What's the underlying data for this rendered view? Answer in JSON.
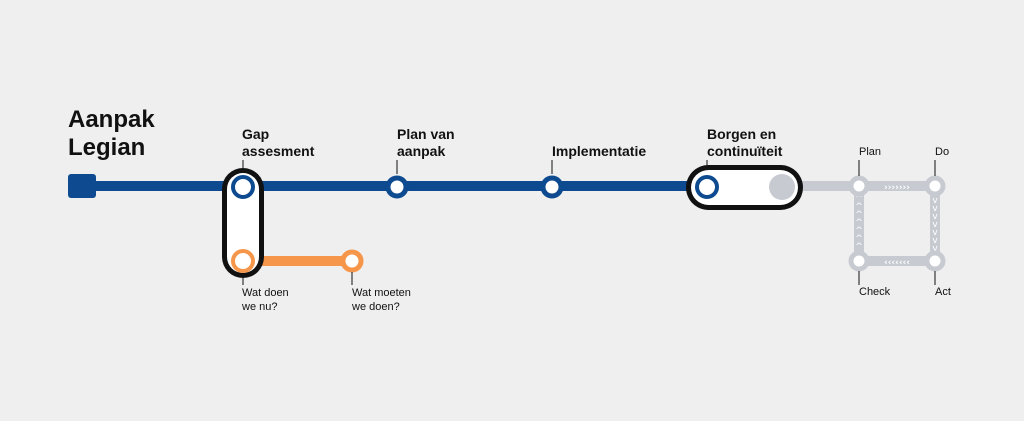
{
  "diagram": {
    "title": [
      "Aanpak",
      "Legian"
    ],
    "main_stops": [
      {
        "label": [
          "Gap",
          "assesment"
        ]
      },
      {
        "label": [
          "Plan van",
          "aanpak"
        ]
      },
      {
        "label": [
          "Implementatie"
        ]
      },
      {
        "label": [
          "Borgen en",
          "continuïteit"
        ]
      }
    ],
    "branch_stops": [
      {
        "label": [
          "Wat doen",
          "we nu?"
        ]
      },
      {
        "label": [
          "Wat moeten",
          "we doen?"
        ]
      }
    ],
    "cycle": [
      "Plan",
      "Do",
      "Act",
      "Check"
    ],
    "colors": {
      "main_line": "#0d4a8f",
      "branch_line": "#f5964a",
      "cycle_line": "#c7cbd1",
      "interchange_outline": "#111111",
      "background": "#efeff0"
    }
  }
}
